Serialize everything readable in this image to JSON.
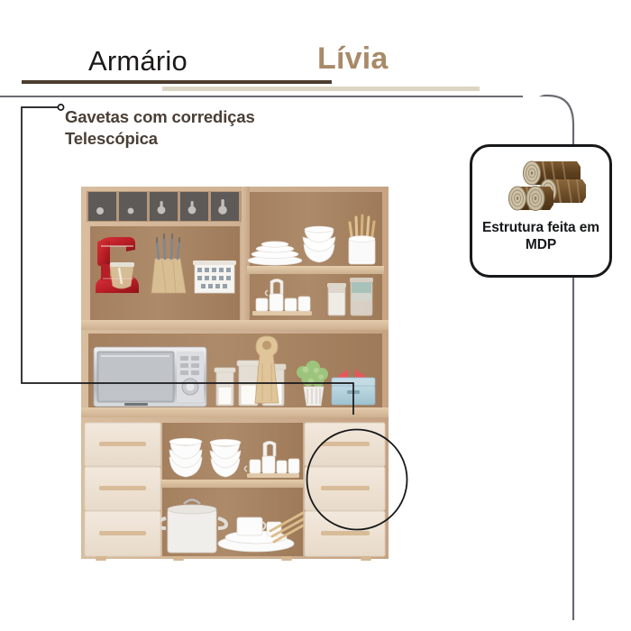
{
  "header": {
    "title": "Armário",
    "brand": "Lívia",
    "rule_dark_color": "#4b3c2e",
    "rule_light_color": "#ddd5c4",
    "rule_gray_color": "#6b6b72",
    "brand_color": "#a98a68",
    "title_color": "#1c1a19"
  },
  "callout": {
    "line1": "Gavetas com corrediças",
    "line2": "Telescópica",
    "text_color": "#4a3f36",
    "leader_color": "#17181a",
    "highlight_shape": "circle"
  },
  "badge": {
    "icon": "wood-logs-icon",
    "line1": "Estrutura feita em",
    "line2": "MDP",
    "border_color": "#17181a",
    "text_color": "#17181a",
    "log_bark_color": "#6b4a25",
    "log_end_color": "#c9bda4"
  },
  "product": {
    "name": "Armário Lívia",
    "body_color": "#c8a98a",
    "panel_color": "#a9866a",
    "door_color": "#eee3d6",
    "handle_color": "#d8bb98",
    "leg_color": "#d4b792",
    "shelf_edge_color": "#ddc1a0",
    "sections": [
      {
        "name": "wine-cubbies",
        "count": 5,
        "contents": "wine-bottle-icon"
      },
      {
        "name": "upper-left-shelf",
        "items": [
          "red-stand-mixer",
          "knife-block",
          "patterned-canisters"
        ]
      },
      {
        "name": "upper-right-top-shelf",
        "items": [
          "stacked-plates",
          "stacked-bowls",
          "utensil-crock"
        ]
      },
      {
        "name": "upper-right-lower-shelf",
        "items": [
          "mug-tray",
          "glass-jars"
        ]
      },
      {
        "name": "middle-open-shelf",
        "items": [
          "microwave",
          "glass-storage-jars",
          "cutting-board",
          "potted-plant",
          "blue-lunch-box"
        ]
      },
      {
        "name": "lower-left-drawers",
        "count": 3
      },
      {
        "name": "lower-center-shelves",
        "items": [
          "stacked-bowls",
          "mug-tray",
          "stock-pot",
          "plates",
          "wooden-utensils"
        ]
      },
      {
        "name": "lower-right-drawers",
        "count": 3,
        "highlighted": true
      },
      {
        "name": "legs",
        "count": 4
      }
    ]
  }
}
